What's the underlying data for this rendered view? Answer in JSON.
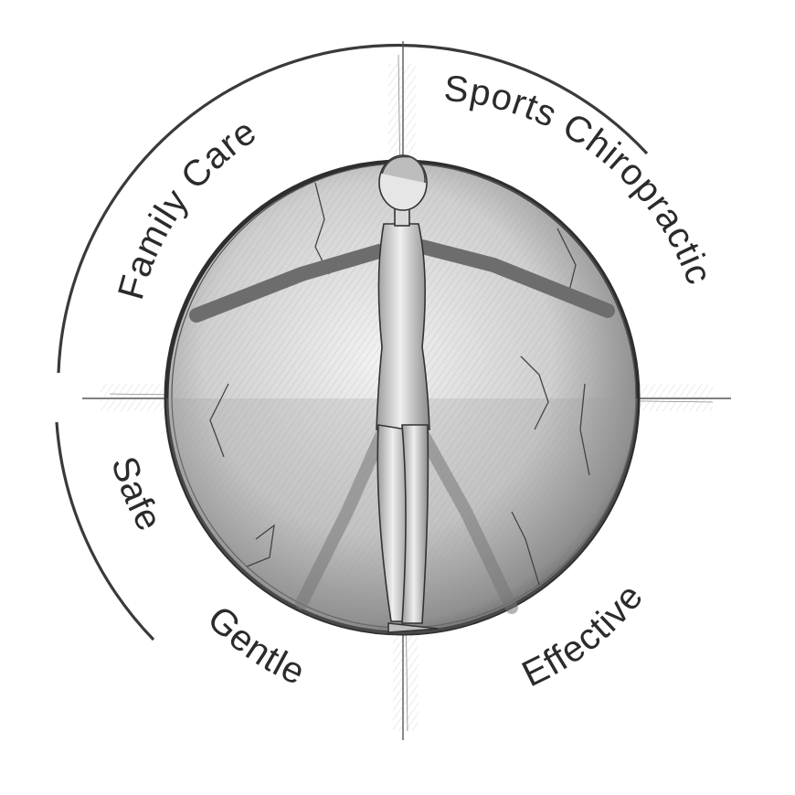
{
  "labels": {
    "family_care": "Family Care",
    "sports_chiropractic": "Sports Chiropractic",
    "safe": "Safe",
    "gentle": "Gentle",
    "effective": "Effective"
  },
  "colors": {
    "ink": "#2b2b2b",
    "sketch_dark": "#3a3a3a",
    "sketch_mid": "#8a8a8a",
    "sketch_light": "#d4d4d4",
    "background": "#ffffff"
  }
}
